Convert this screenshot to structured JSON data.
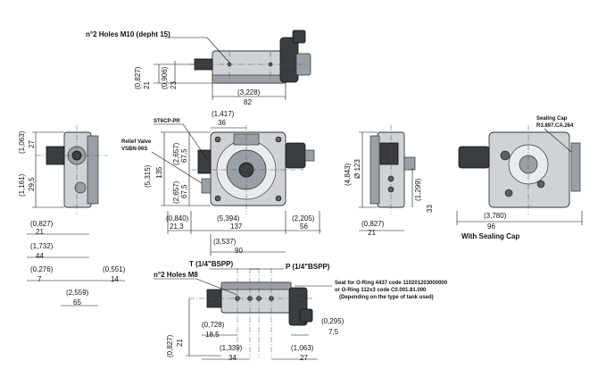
{
  "labels": {
    "holes_m10": "n°2 Holes M10 (depht 15)",
    "holes_m8": "n°2 Holes M8",
    "st6cp": "ST6CP-PR",
    "relief_valve_1": "Relief Valve",
    "relief_valve_2": "VSBN-06S",
    "sealing_cap_1": "Sealing Cap",
    "sealing_cap_2": "R3.897.CA.264",
    "with_sealing_cap": "With Sealing Cap",
    "port_t": "T (1/4\"BSPP)",
    "port_p": "P (1/4\"BSPP)",
    "seat_1": "Seat for O-Ring 4437 code 110201203000000",
    "seat_2": "or O-Ring 112x3 code C0.001.81.000",
    "seat_3": "(Depending on the type of tank used)"
  },
  "dims": {
    "top_h1_in": "(0,827)",
    "top_h1_mm": "21",
    "top_h2_in": "(0,906)",
    "top_h2_mm": "23",
    "top_w_in": "(3,228)",
    "top_w_mm": "82",
    "w36_in": "(1,417)",
    "w36_mm": "36",
    "h67a_in": "(2,657)",
    "h67a_mm": "67,5",
    "h135_in": "(5,315)",
    "h135_mm": "135",
    "h67b_in": "(2,657)",
    "h67b_mm": "67,5",
    "w21_3_in": "(0,840)",
    "w21_3_mm": "21,3",
    "w137_in": "(5,394)",
    "w137_mm": "137",
    "w56_in": "(2,205)",
    "w56_mm": "56",
    "w90_in": "(3,537)",
    "w90_mm": "90",
    "left_h27_in": "(1,063)",
    "left_h27_mm": "27",
    "left_h29_in": "(1,161)",
    "left_h29_mm": "29,5",
    "left_w21_in": "(0,827)",
    "left_w21_mm": "21",
    "left_w44_in": "(1,732)",
    "left_w44_mm": "44",
    "left_w7_in": "(0,276)",
    "left_w7_mm": "7",
    "left_w14_in": "(0,551)",
    "left_w14_mm": "14",
    "left_w65_in": "(2,559)",
    "left_w65_mm": "65",
    "r_h123_in": "(4,843)",
    "r_h123_mm": "Ø 123",
    "r_h33_in": "(1,299)",
    "r_h33_mm": "33",
    "r_w21_in": "(0,827)",
    "r_w21_mm": "21",
    "fr_w96_in": "(3,780)",
    "fr_w96_mm": "96",
    "bot_h21_in": "(0,827)",
    "bot_h21_mm": "21",
    "bot_w18_in": "(0,728)",
    "bot_w18_mm": "18,5",
    "bot_w34_in": "(1,339)",
    "bot_w34_mm": "34",
    "bot_w27_in": "(1,063)",
    "bot_w27_mm": "27",
    "bot_w7_in": "(0,295)",
    "bot_w7_mm": "7,5"
  }
}
